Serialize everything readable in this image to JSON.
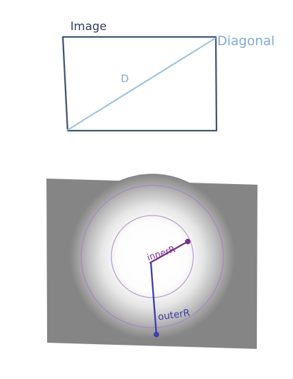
{
  "top_diagram": {
    "image_label": "Image",
    "diagonal_label": "Diagonal",
    "diagonal_symbol": "D"
  },
  "bottom_diagram": {
    "inner_radius_label": "innerR",
    "outer_radius_label": "outerR"
  },
  "colors": {
    "frame": "#3f5371",
    "diagonal": "#9cc3df",
    "diagonal_text": "#7fa9d6",
    "gray_bg": "#858585",
    "inner_circle": "#b9a0cc",
    "outer_circle": "#a78bbd",
    "inner_label": "#7b2f8f",
    "outer_line": "#3f3fb0",
    "outer_label": "#3a3aa8",
    "vignette_center": "#ffffff"
  }
}
